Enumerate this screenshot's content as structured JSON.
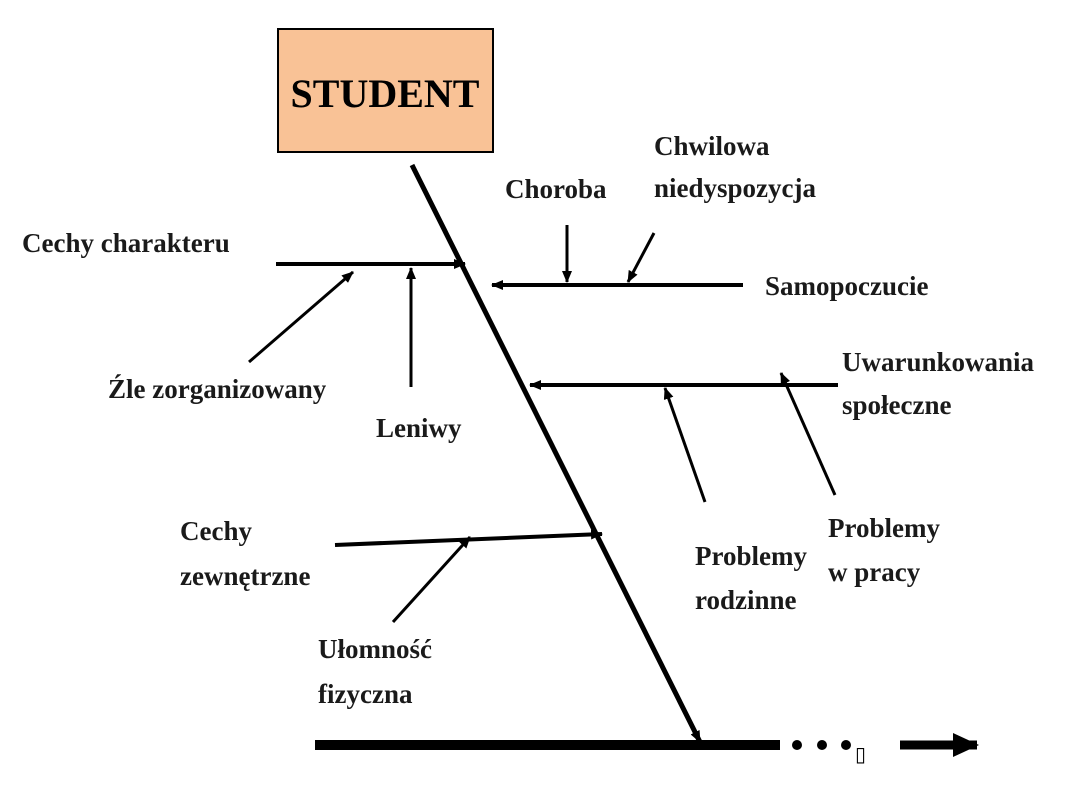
{
  "title": "STUDENT",
  "colors": {
    "title_box_fill": "#f9c296",
    "line": "#000000"
  },
  "causes": {
    "cechy_charakteru": {
      "label": "Cechy charakteru",
      "subcauses": [
        "Źle zorganizowany",
        "Leniwy"
      ]
    },
    "samopoczucie": {
      "label": "Samopoczucie",
      "subcauses": [
        "Choroba",
        [
          "Chwilowa",
          "niedyspozycja"
        ]
      ]
    },
    "uwarunkowania": {
      "label": [
        "Uwarunkowania",
        "społeczne"
      ],
      "subcauses": [
        [
          "Problemy",
          "rodzinne"
        ],
        [
          "Problemy",
          "w pracy"
        ]
      ]
    },
    "cechy_zewnetrzne": {
      "label": [
        "Cechy",
        "zewnętrzne"
      ],
      "subcauses": [
        [
          "Ułomność",
          "fizyczna"
        ]
      ]
    }
  },
  "continuation_glyph": "▯"
}
